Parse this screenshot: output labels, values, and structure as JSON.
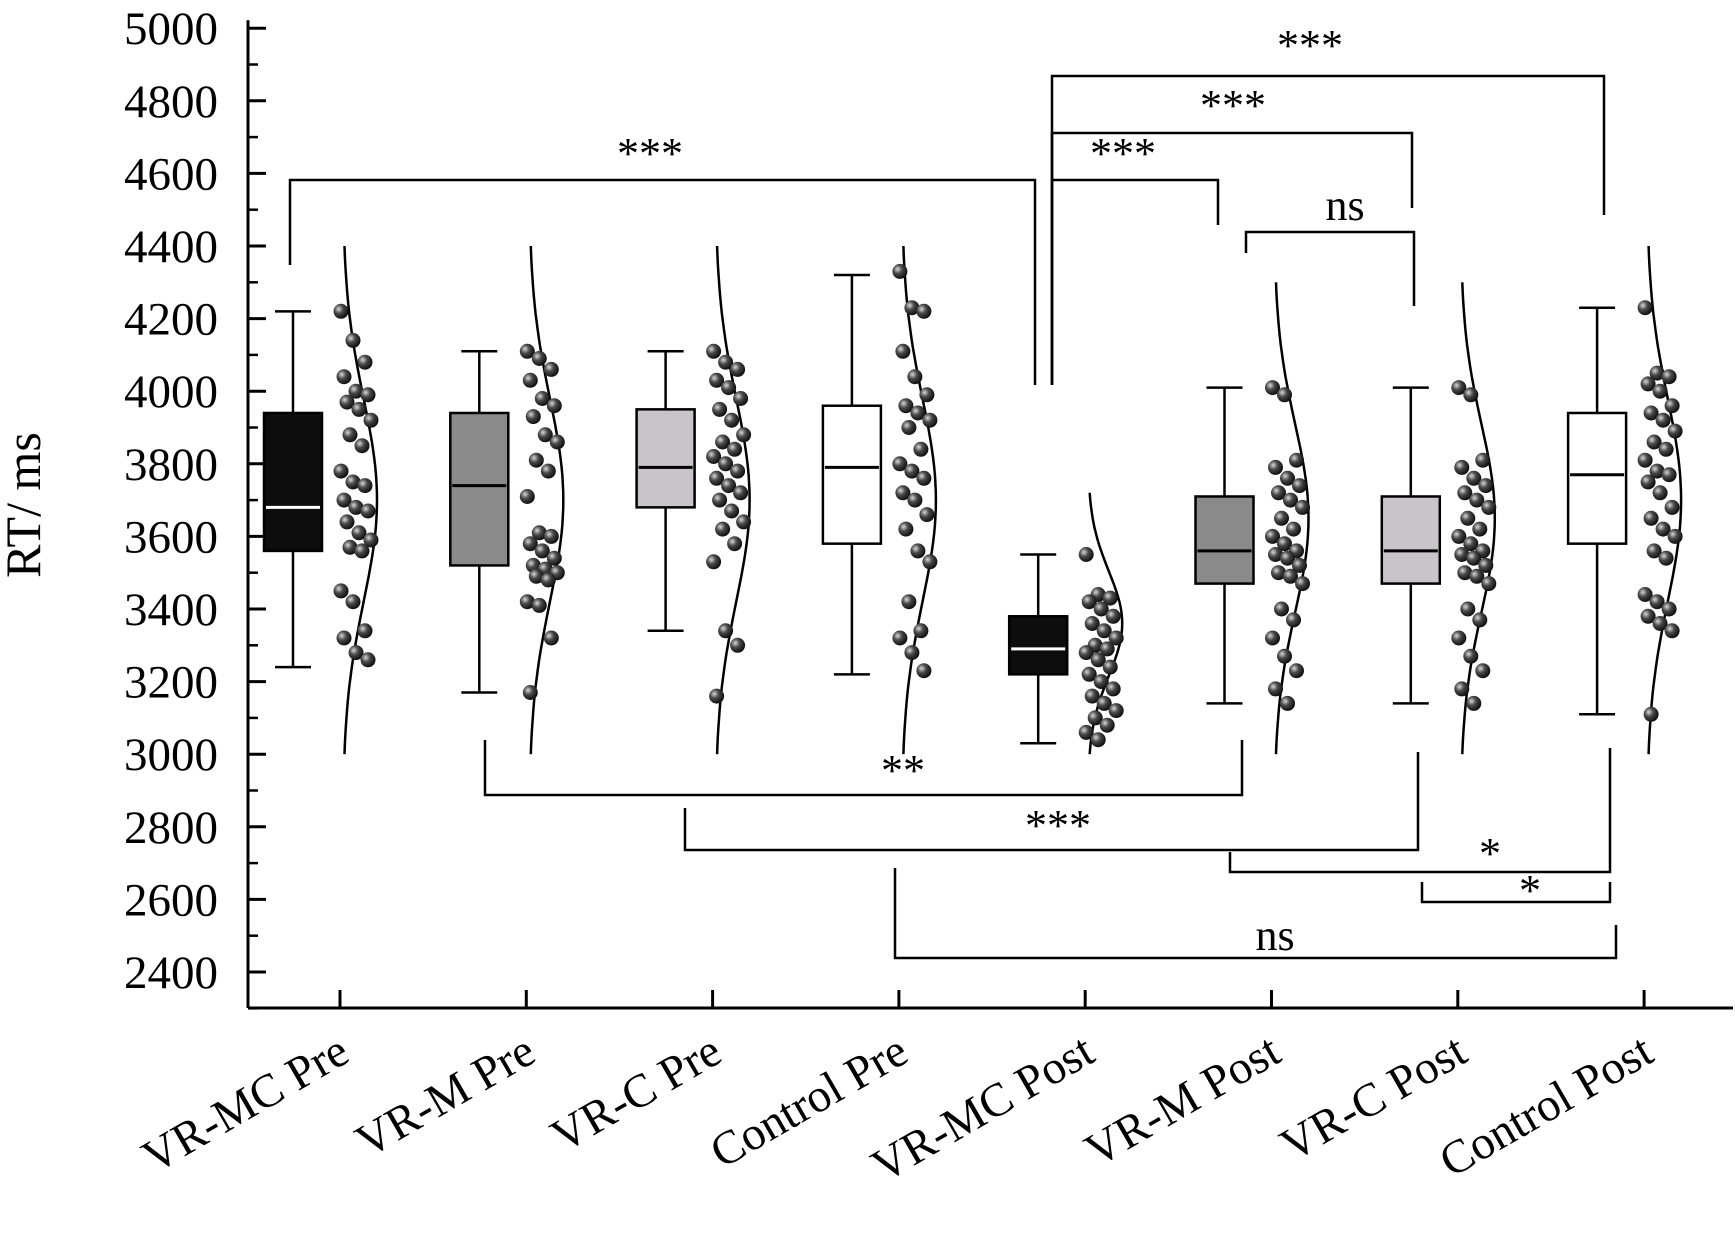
{
  "chart_data": {
    "type": "box",
    "ylabel": "RT/ ms",
    "xlabel": "",
    "ylim": [
      2300,
      5000
    ],
    "yticks": [
      2400,
      2600,
      2800,
      3000,
      3200,
      3400,
      3600,
      3800,
      4000,
      4200,
      4400,
      4600,
      4800,
      5000
    ],
    "grid": false,
    "colors": {
      "dot": "#4a4a4a",
      "dot_highlight": "#d8d8d8",
      "stroke": "#000000"
    },
    "categories": [
      "VR-MC Pre",
      "VR-M Pre",
      "VR-C Pre",
      "Control Pre",
      "VR-MC Post",
      "VR-M Post",
      "VR-C Post",
      "Control Post"
    ],
    "boxes": [
      {
        "name": "VR-MC Pre",
        "whisker_low": 3240,
        "q1": 3560,
        "median": 3680,
        "q3": 3940,
        "whisker_high": 4220,
        "fill": "#0d0d0d",
        "median_color": "#ffffff",
        "curve_range": [
          3000,
          4400
        ],
        "points": [
          4220,
          4140,
          4080,
          4040,
          4000,
          3990,
          3970,
          3950,
          3920,
          3880,
          3850,
          3780,
          3750,
          3740,
          3700,
          3680,
          3670,
          3640,
          3610,
          3590,
          3570,
          3560,
          3450,
          3420,
          3340,
          3320,
          3280,
          3260
        ]
      },
      {
        "name": "VR-M Pre",
        "whisker_low": 3170,
        "q1": 3520,
        "median": 3740,
        "q3": 3940,
        "whisker_high": 4110,
        "fill": "#8a8a8a",
        "median_color": "#000000",
        "curve_range": [
          3000,
          4400
        ],
        "points": [
          4110,
          4090,
          4060,
          4030,
          3980,
          3960,
          3930,
          3880,
          3860,
          3810,
          3780,
          3710,
          3610,
          3600,
          3580,
          3560,
          3540,
          3520,
          3510,
          3500,
          3490,
          3480,
          3420,
          3410,
          3320,
          3170
        ]
      },
      {
        "name": "VR-C Pre",
        "whisker_low": 3340,
        "q1": 3680,
        "median": 3790,
        "q3": 3950,
        "whisker_high": 4110,
        "fill": "#c9c4c9",
        "median_color": "#000000",
        "curve_range": [
          3000,
          4400
        ],
        "points": [
          4110,
          4080,
          4060,
          4030,
          4010,
          3980,
          3950,
          3920,
          3880,
          3860,
          3840,
          3820,
          3800,
          3780,
          3760,
          3740,
          3720,
          3700,
          3670,
          3640,
          3620,
          3580,
          3530,
          3340,
          3300,
          3160
        ]
      },
      {
        "name": "Control Pre",
        "whisker_low": 3220,
        "q1": 3580,
        "median": 3790,
        "q3": 3960,
        "whisker_high": 4320,
        "fill": "#ffffff",
        "median_color": "#000000",
        "curve_range": [
          3000,
          4400
        ],
        "points": [
          4330,
          4230,
          4220,
          4110,
          4040,
          3990,
          3960,
          3940,
          3920,
          3900,
          3840,
          3800,
          3780,
          3760,
          3720,
          3700,
          3660,
          3620,
          3560,
          3530,
          3420,
          3340,
          3320,
          3280,
          3230
        ]
      },
      {
        "name": "VR-MC Post",
        "whisker_low": 3030,
        "q1": 3220,
        "median": 3290,
        "q3": 3380,
        "whisker_high": 3550,
        "fill": "#0d0d0d",
        "median_color": "#ffffff",
        "curve_range": [
          3000,
          3720
        ],
        "points": [
          3550,
          3440,
          3430,
          3420,
          3400,
          3380,
          3360,
          3340,
          3320,
          3300,
          3290,
          3280,
          3260,
          3240,
          3220,
          3200,
          3180,
          3160,
          3140,
          3120,
          3100,
          3080,
          3060,
          3040
        ]
      },
      {
        "name": "VR-M Post",
        "whisker_low": 3140,
        "q1": 3470,
        "median": 3560,
        "q3": 3710,
        "whisker_high": 4010,
        "fill": "#8a8a8a",
        "median_color": "#000000",
        "curve_range": [
          3000,
          4300
        ],
        "points": [
          4010,
          3990,
          3810,
          3790,
          3760,
          3740,
          3720,
          3700,
          3680,
          3650,
          3620,
          3600,
          3580,
          3560,
          3550,
          3540,
          3520,
          3500,
          3490,
          3470,
          3400,
          3370,
          3320,
          3270,
          3230,
          3180,
          3140
        ]
      },
      {
        "name": "VR-C Post",
        "whisker_low": 3140,
        "q1": 3470,
        "median": 3560,
        "q3": 3710,
        "whisker_high": 4010,
        "fill": "#c9c4c9",
        "median_color": "#000000",
        "curve_range": [
          3000,
          4300
        ],
        "points": [
          4010,
          3990,
          3810,
          3790,
          3760,
          3740,
          3720,
          3700,
          3680,
          3650,
          3620,
          3600,
          3580,
          3560,
          3550,
          3540,
          3520,
          3500,
          3490,
          3470,
          3400,
          3370,
          3320,
          3270,
          3230,
          3180,
          3140
        ]
      },
      {
        "name": "Control Post",
        "whisker_low": 3110,
        "q1": 3580,
        "median": 3770,
        "q3": 3940,
        "whisker_high": 4230,
        "fill": "#ffffff",
        "median_color": "#000000",
        "curve_range": [
          3000,
          4400
        ],
        "points": [
          4230,
          4050,
          4040,
          4020,
          4000,
          3960,
          3940,
          3920,
          3890,
          3860,
          3840,
          3810,
          3780,
          3770,
          3750,
          3720,
          3680,
          3650,
          3620,
          3600,
          3560,
          3540,
          3440,
          3420,
          3400,
          3380,
          3360,
          3340,
          3110
        ]
      }
    ],
    "significance": [
      {
        "label": "***",
        "from": "VR-MC Pre",
        "to": "VR-MC Post"
      },
      {
        "label": "***",
        "from": "VR-MC Post",
        "to": "VR-M Post"
      },
      {
        "label": "***",
        "from": "VR-MC Post",
        "to": "VR-C Post"
      },
      {
        "label": "***",
        "from": "VR-MC Post",
        "to": "Control Post"
      },
      {
        "label": "ns",
        "from": "VR-M Post",
        "to": "VR-C Post"
      },
      {
        "label": "**",
        "from": "VR-M Pre",
        "to": "VR-M Post"
      },
      {
        "label": "***",
        "from": "VR-C Pre",
        "to": "VR-C Post"
      },
      {
        "label": "*",
        "from": "VR-M Post",
        "to": "Control Post"
      },
      {
        "label": "*",
        "from": "VR-C Post",
        "to": "Control Post"
      },
      {
        "label": "ns",
        "from": "Control Pre",
        "to": "Control Post"
      }
    ]
  }
}
